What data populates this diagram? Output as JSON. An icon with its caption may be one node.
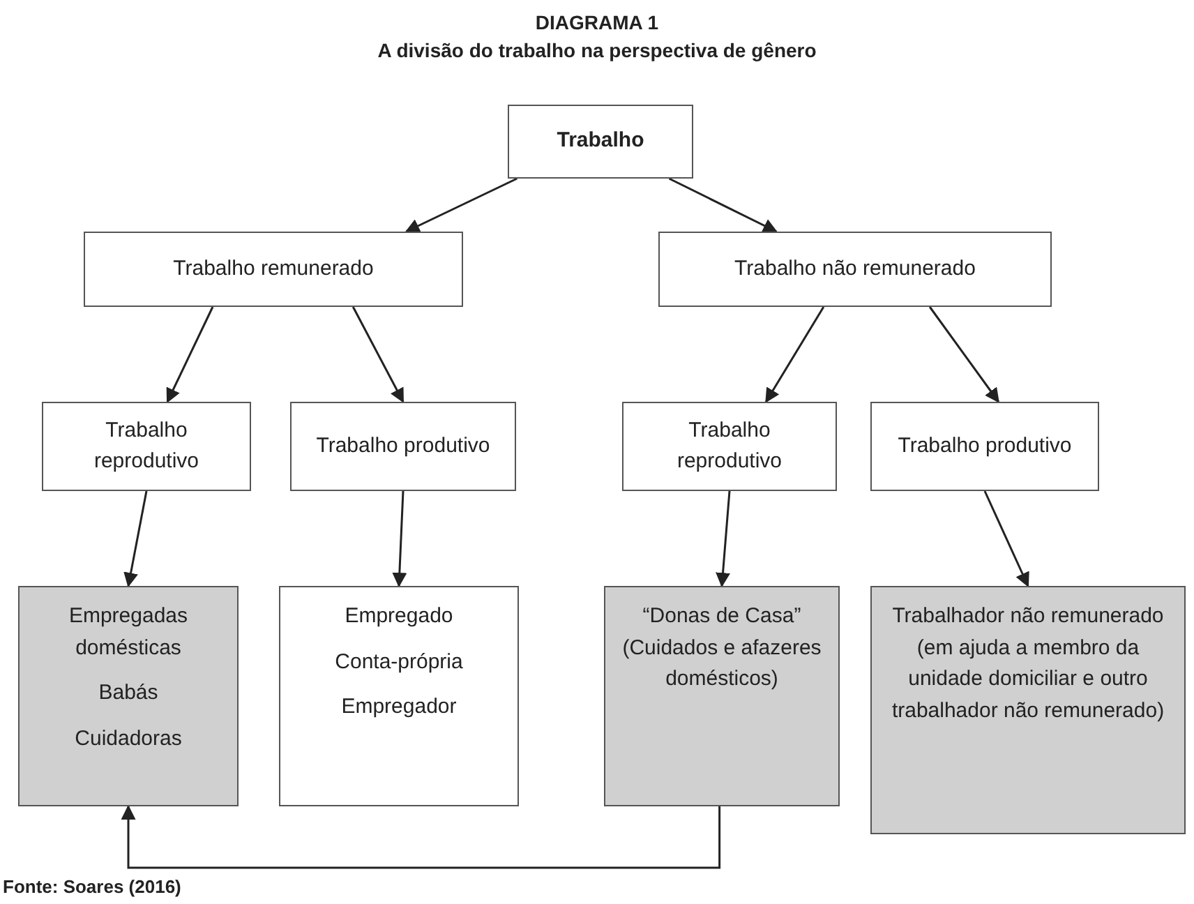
{
  "diagram": {
    "title": "DIAGRAMA 1",
    "caption": "Fonte: Soares (2016)",
    "labels": [
      "A divisão do trabalho na perspectiva de gênero"
    ],
    "nodes": [
      {
        "text": [
          "Trabalho"
        ]
      },
      {
        "text": [
          "Trabalho remunerado"
        ]
      },
      {
        "text": [
          "Trabalho não remunerado"
        ]
      },
      {
        "text": [
          "Trabalho reprodutivo"
        ]
      },
      {
        "text": [
          "Trabalho produtivo"
        ]
      },
      {
        "text": [
          "Trabalho reprodutivo"
        ]
      },
      {
        "text": [
          "Trabalho produtivo"
        ]
      },
      {
        "text": [
          "Empregadas domésticas",
          "Babás",
          "Cuidadoras"
        ]
      },
      {
        "text": [
          "Empregado",
          "Conta-própria",
          "Empregador"
        ]
      },
      {
        "text": [
          "“Donas de Casa” (Cuidados e afazeres domésticos)"
        ]
      },
      {
        "text": [
          "Trabalhador não remunerado (em ajuda a membro da unidade domiciliar e outro trabalhador não remunerado)"
        ]
      }
    ],
    "edges": [
      {
        "from": 0,
        "to": 1,
        "arrow": "to"
      },
      {
        "from": 0,
        "to": 2,
        "arrow": "to"
      },
      {
        "from": 1,
        "to": 3,
        "arrow": "to"
      },
      {
        "from": 1,
        "to": 4,
        "arrow": "to"
      },
      {
        "from": 2,
        "to": 5,
        "arrow": "to"
      },
      {
        "from": 2,
        "to": 6,
        "arrow": "to"
      },
      {
        "from": 3,
        "to": 7,
        "arrow": "to"
      },
      {
        "from": 4,
        "to": 8,
        "arrow": "to"
      },
      {
        "from": 5,
        "to": 9,
        "arrow": "to"
      },
      {
        "from": 6,
        "to": 10,
        "arrow": "to"
      },
      {
        "from": 9,
        "to": 7,
        "arrow": "to"
      }
    ]
  }
}
